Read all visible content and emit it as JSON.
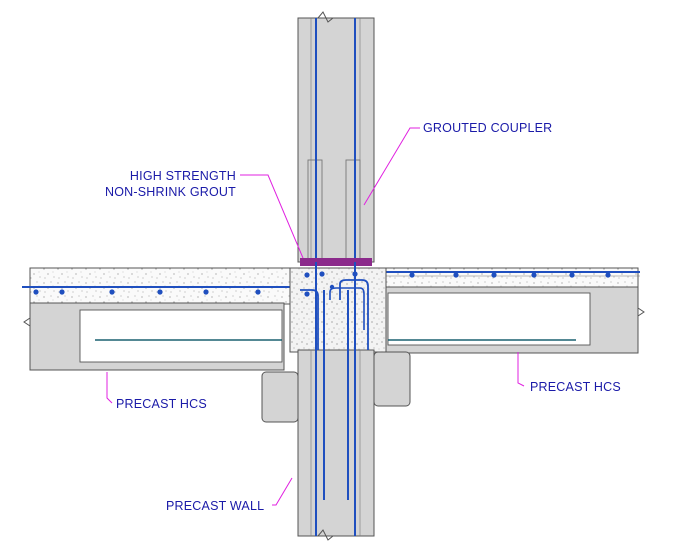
{
  "labels": {
    "grouted_coupler": "GROUTED COUPLER",
    "grout_line1": "HIGH STRENGTH",
    "grout_line2": "NON-SHRINK GROUT",
    "hcs_left": "PRECAST HCS",
    "hcs_right": "PRECAST HCS",
    "precast_wall": "PRECAST WALL"
  },
  "colors": {
    "label_text": "#1a1aa8",
    "leader": "#e020e0",
    "rebar": "#1f4fbf",
    "concrete": "#d4d4d4",
    "outline": "#555555",
    "grout_pad": "#8b2a8b"
  }
}
